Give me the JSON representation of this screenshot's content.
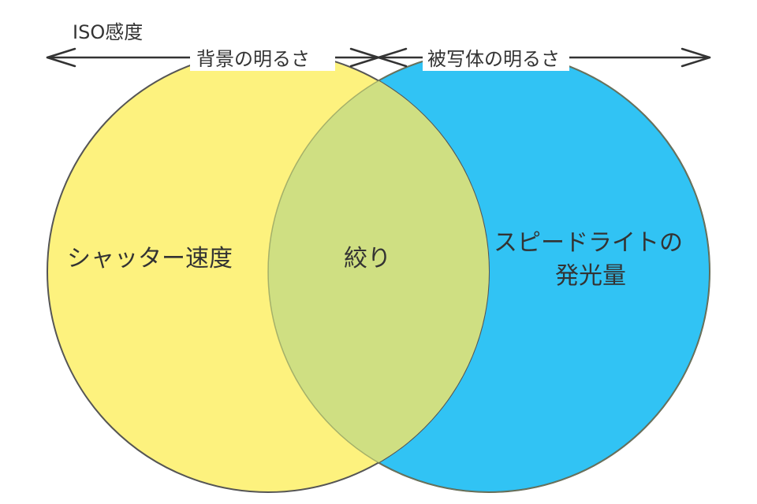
{
  "diagram": {
    "iso_label": "ISO感度",
    "left_brightness_label": "背景の明るさ",
    "right_brightness_label": "被写体の明るさ",
    "left_circle_label": "シャッター速度",
    "center_label": "絞り",
    "right_circle_label_line1": "スピードライトの",
    "right_circle_label_line2": "発光量"
  },
  "colors": {
    "left_circle": "#fdf27e",
    "right_circle": "#31c3f4",
    "overlap": "#cfdf82",
    "outline": "#555555",
    "arrow": "#333333",
    "text": "#333333"
  }
}
